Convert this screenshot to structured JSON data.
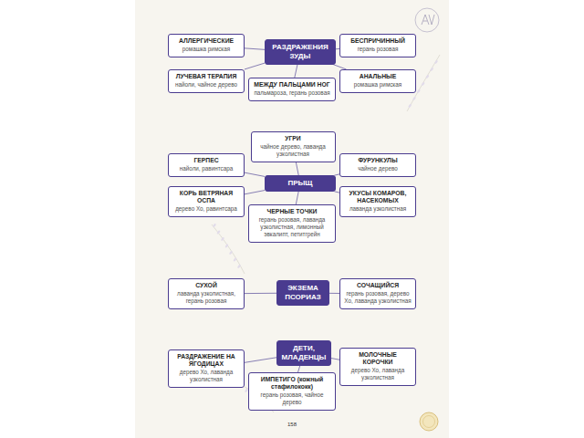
{
  "diagram": {
    "nodes": [
      {
        "text": [
          "АЛЛЕРГИЧЕСКИЕ",
          "ромашка римская"
        ]
      },
      {
        "text": [
          "РАЗДРАЖЕНИЯ ЗУДЫ"
        ]
      },
      {
        "text": [
          "БЕСПРИЧИННЫЙ",
          "герань розовая"
        ]
      },
      {
        "text": [
          "ЛУЧЕВАЯ ТЕРАПИЯ",
          "найоли, чайное дерево"
        ]
      },
      {
        "text": [
          "МЕЖДУ ПАЛЬЦАМИ НОГ",
          "пальмароза, герань розовая"
        ]
      },
      {
        "text": [
          "АНАЛЬНЫЕ",
          "ромашка римская"
        ]
      },
      {
        "text": [
          "УГРИ",
          "чайное дерево, лаванда узколистная"
        ]
      },
      {
        "text": [
          "ГЕРПЕС",
          "найоли, равинтсара"
        ]
      },
      {
        "text": [
          "ФУРУНКУЛЫ",
          "чайное дерево"
        ]
      },
      {
        "text": [
          "ПРЫЩ"
        ]
      },
      {
        "text": [
          "КОРЬ ВЕТРЯНАЯ ОСПА",
          "дерево Хо, равинтсара"
        ]
      },
      {
        "text": [
          "УКУСЫ КОМАРОВ, НАСЕКОМЫХ",
          "лаванда узколистная"
        ]
      },
      {
        "text": [
          "ЧЕРНЫЕ ТОЧКИ",
          "герань розовая, лаванда узколистная, лимонный эвкалипт, петитгрейн"
        ]
      },
      {
        "text": [
          "СУХОЙ",
          "лаванда узколистная, герань розовая"
        ]
      },
      {
        "text": [
          "ЭКЗЕМА ПСОРИАЗ"
        ]
      },
      {
        "text": [
          "СОЧАЩИЙСЯ",
          "герань розовая, дерево Хо, лаванда узколистная"
        ]
      },
      {
        "text": [
          "ДЕТИ, МЛАДЕНЦЫ"
        ]
      },
      {
        "text": [
          "РАЗДРАЖЕНИЕ НА ЯГОДИЦАХ",
          "дерево Хо, лаванда узколистная"
        ]
      },
      {
        "text": [
          "МОЛОЧНЫЕ КОРОЧКИ",
          "дерево Хо, лаванда узколистная"
        ]
      },
      {
        "text": [
          "ИМПЕТИГО (кожный стафилококк)",
          "герань розовая, чайное дерево"
        ]
      }
    ],
    "edges": [
      {
        "from": 1,
        "to": 0,
        "arrow": "none"
      },
      {
        "from": 1,
        "to": 2,
        "arrow": "none"
      },
      {
        "from": 1,
        "to": 3,
        "arrow": "none"
      },
      {
        "from": 1,
        "to": 4,
        "arrow": "none"
      },
      {
        "from": 1,
        "to": 5,
        "arrow": "none"
      },
      {
        "from": 9,
        "to": 6,
        "arrow": "none"
      },
      {
        "from": 9,
        "to": 7,
        "arrow": "none"
      },
      {
        "from": 9,
        "to": 8,
        "arrow": "none"
      },
      {
        "from": 9,
        "to": 10,
        "arrow": "none"
      },
      {
        "from": 9,
        "to": 11,
        "arrow": "none"
      },
      {
        "from": 9,
        "to": 12,
        "arrow": "none"
      },
      {
        "from": 14,
        "to": 13,
        "arrow": "none"
      },
      {
        "from": 14,
        "to": 15,
        "arrow": "none"
      },
      {
        "from": 16,
        "to": 17,
        "arrow": "none"
      },
      {
        "from": 16,
        "to": 18,
        "arrow": "none"
      },
      {
        "from": 16,
        "to": 19,
        "arrow": "none"
      }
    ],
    "labels": [
      "158"
    ]
  }
}
